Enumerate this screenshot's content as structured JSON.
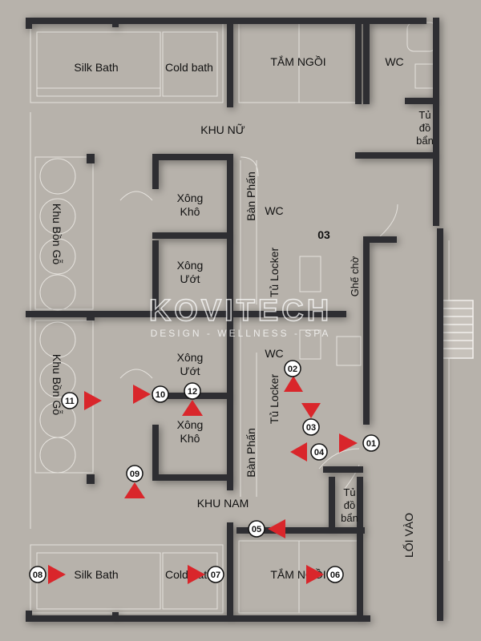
{
  "brand": {
    "name": "KOVITECH",
    "tagline": "DESIGN - WELLNESS - SPA"
  },
  "colors": {
    "floor": "#b7b2ab",
    "wall": "#2e2e30",
    "thin_line": "#e6e3de",
    "marker": "#d9262b"
  },
  "rooms": {
    "silk_bath_top": "Silk Bath",
    "cold_bath_top": "Cold bath",
    "tam_ngoi_top": "TẮM NGỒI",
    "wc_top": "WC",
    "tu_do_ban_top": [
      "Tủ",
      "đồ",
      "bẩn"
    ],
    "khu_nu": "KHU NỮ",
    "khu_bon_go_top": "Khu Bồn Gỗ",
    "xong_kho_top": [
      "Xông",
      "Khô"
    ],
    "xong_uot_top": [
      "Xông",
      "Ướt"
    ],
    "ban_phan_top": "Bàn Phấn",
    "wc_female": "WC",
    "tu_locker_top": "Tủ Locker",
    "room_03": "03",
    "ghe_cho": "Ghế chờ",
    "khu_bon_go_bottom": "Khu Bồn Gỗ",
    "xong_uot_bottom": [
      "Xông",
      "Ướt"
    ],
    "xong_kho_bottom": [
      "Xông",
      "Khô"
    ],
    "wc_male": "WC",
    "tu_locker_bottom": "Tủ Locker",
    "ban_phan_bottom": "Bàn Phấn",
    "khu_nam": "KHU NAM",
    "tu_do_ban_bottom": [
      "Tủ",
      "đồ",
      "bẩn"
    ],
    "loi_vao": "LỐI VÀO",
    "silk_bath_bottom": "Silk Bath",
    "cold_bath_bottom": "Cold bath",
    "tam_ngoi_bottom": "TẮM NGỒI"
  },
  "markers": [
    {
      "id": "01",
      "icon": "camera-triangle-icon"
    },
    {
      "id": "02",
      "icon": "camera-triangle-icon"
    },
    {
      "id": "03",
      "icon": "camera-triangle-icon"
    },
    {
      "id": "04",
      "icon": "camera-triangle-icon"
    },
    {
      "id": "05",
      "icon": "camera-triangle-icon"
    },
    {
      "id": "06",
      "icon": "camera-triangle-icon"
    },
    {
      "id": "07",
      "icon": "camera-triangle-icon"
    },
    {
      "id": "08",
      "icon": "camera-triangle-icon"
    },
    {
      "id": "09",
      "icon": "camera-triangle-icon"
    },
    {
      "id": "10",
      "icon": "camera-triangle-icon"
    },
    {
      "id": "11",
      "icon": "camera-triangle-icon"
    },
    {
      "id": "12",
      "icon": "camera-triangle-icon"
    }
  ]
}
